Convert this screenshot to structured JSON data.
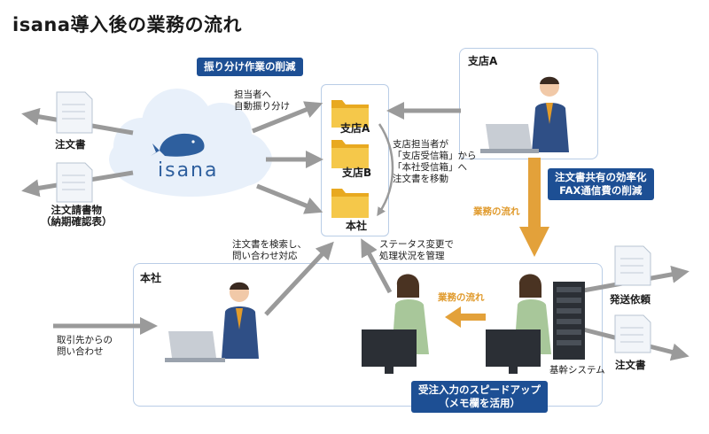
{
  "title": "isana導入後の業務の流れ",
  "callouts": {
    "auto_sort": "振り分け作業の削減",
    "share": [
      "注文書共有の効率化",
      "FAX通信費の削減"
    ],
    "speed": [
      "受注入力のスピードアップ",
      "（メモ欄を活用）"
    ]
  },
  "logo": "isana",
  "labels": {
    "auto_assign": [
      "担当者へ",
      "自動振り分け"
    ],
    "order": "注文書",
    "invoice": [
      "注文請書物",
      "（納期確認表）"
    ],
    "branch_panel": "支店A",
    "honsha_panel": "本社",
    "folders": [
      "支店A",
      "支店B",
      "本社"
    ],
    "move_note": [
      "支店担当者が",
      "「支店受信箱」から",
      "「本社受信箱」へ",
      "注文書を移動"
    ],
    "flow_vertical": "業務の流れ",
    "flow_horizontal": "業務の流れ",
    "search": [
      "注文書を検索し、",
      "問い合わせ対応"
    ],
    "status": [
      "ステータス変更で",
      "処理状況を管理"
    ],
    "inquiry": [
      "取引先からの",
      "問い合わせ"
    ],
    "shipping": "発送依頼",
    "order_out": "注文書",
    "core_system": "基幹システム"
  },
  "colors": {
    "callout_bg": "#1d4f94",
    "arrow_gray": "#9a9a9a",
    "arrow_orange": "#e3a13a",
    "panel_border": "#b9cde6",
    "cloud": "#e8f0fa",
    "folder": "#f0b92b"
  }
}
